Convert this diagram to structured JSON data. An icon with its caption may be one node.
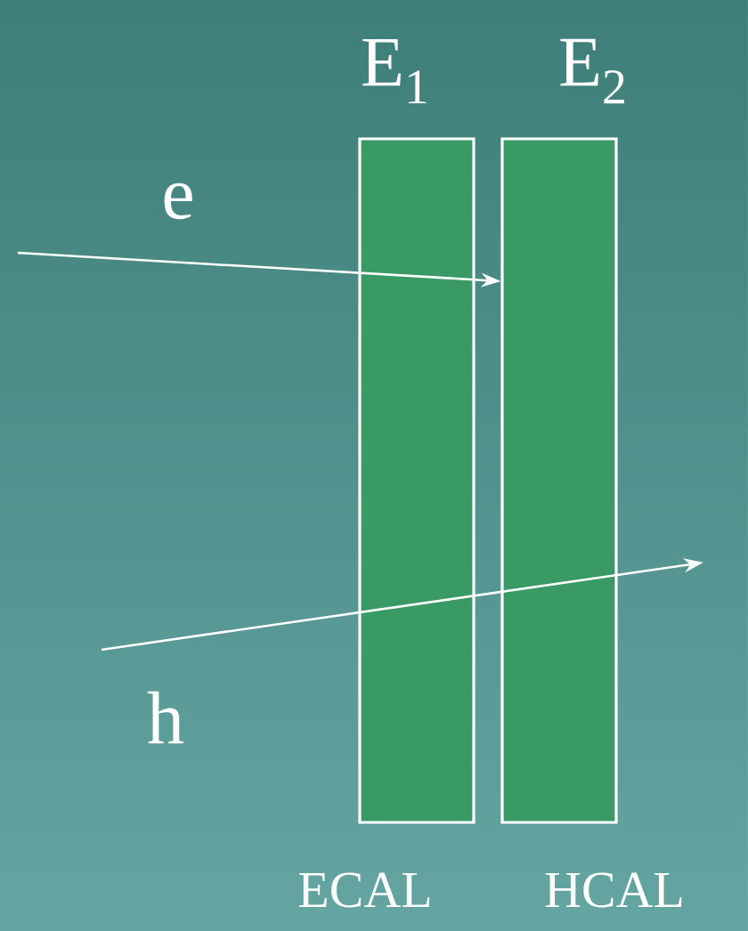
{
  "diagram": {
    "nodes": [
      {
        "text": [
          "E$_{1}$",
          "ECAL"
        ]
      },
      {
        "text": [
          "E$_{2}$",
          "HCAL"
        ]
      }
    ],
    "edges": [
      {
        "from": null,
        "to": 1,
        "arrow": "to",
        "label": "e"
      }
    ],
    "labels": [
      "h"
    ]
  }
}
